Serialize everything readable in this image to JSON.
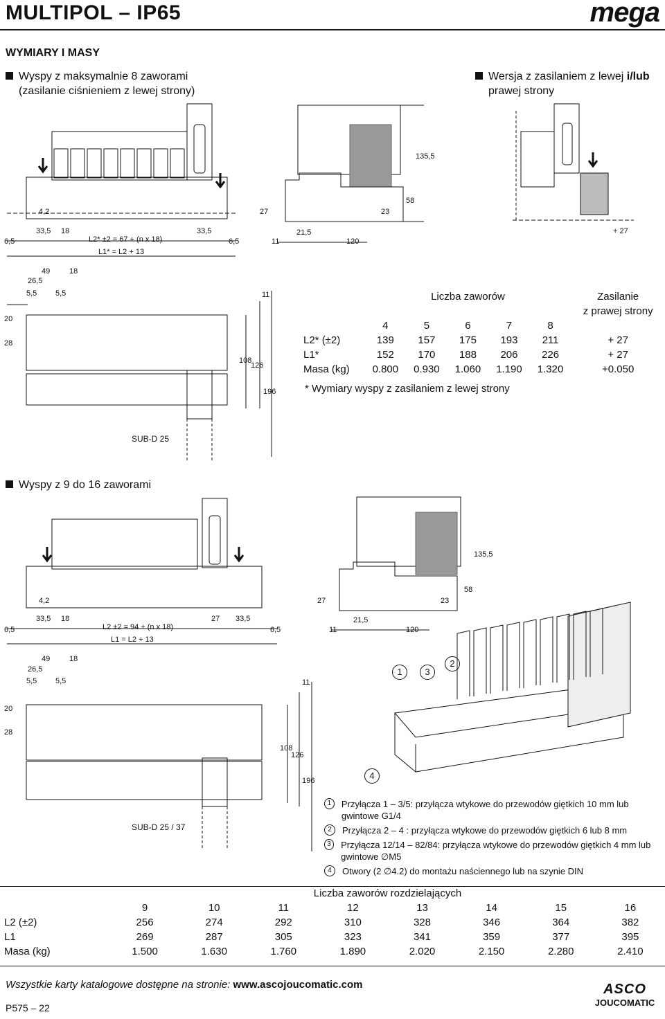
{
  "header": {
    "title": "MULTIPOL – IP65",
    "brand": "mega"
  },
  "section": {
    "title": "WYMIARY I MASY",
    "left_heading_1": "Wyspy z maksymalnie 8 zaworami",
    "left_heading_2": "(zasilanie ciśnieniem z lewej strony)",
    "right_heading_1": "Wersja z zasilaniem z lewej ",
    "right_heading_bold": "i/lub",
    "right_heading_2": "prawej strony",
    "lower_heading": "Wyspy z 9 do 16 zaworami"
  },
  "dims_top": {
    "d1": "6,5",
    "d2": "33,5",
    "d3": "18",
    "d4": "33,5",
    "d5": "6,5",
    "formula_l2": "L2* ±2 = 67 + (n x 18)",
    "formula_l1": "L1* = L2 + 13",
    "side_11": "11",
    "side_215": "21,5",
    "side_120": "120",
    "side_27": "27",
    "side_23": "23",
    "side_58": "58",
    "side_1355": "135,5",
    "plus27": "+ 27",
    "h49": "49",
    "h18": "18",
    "h265": "26,5",
    "h55a": "5,5",
    "h55b": "5,5",
    "v20": "20",
    "v28": "28",
    "v11": "11",
    "v108": "108",
    "v126": "126",
    "v196": "196",
    "v42": "4,2",
    "subd": "SUB-D 25"
  },
  "dims_lower": {
    "d1": "6,5",
    "d2": "33,5",
    "d3": "18",
    "d4": "27",
    "d5": "33,5",
    "d6": "6,5",
    "formula_l2": "L2 ±2 = 94 + (n x 18)",
    "formula_l1": "L1 = L2 + 13",
    "side_11": "11",
    "side_215": "21,5",
    "side_120": "120",
    "side_27": "27",
    "side_23": "23",
    "side_58": "58",
    "side_1355": "135,5",
    "h49": "49",
    "h18": "18",
    "h265": "26,5",
    "h55a": "5,5",
    "h55b": "5,5",
    "v20": "20",
    "v28": "28",
    "v11": "11",
    "v108": "108",
    "v126": "126",
    "v196": "196",
    "v42": "4,2",
    "subd": "SUB-D 25 / 37"
  },
  "table1": {
    "group_header": "Liczba zaworów",
    "right_header_1": "Zasilanie",
    "right_header_2": "z prawej strony",
    "columns": [
      "4",
      "5",
      "6",
      "7",
      "8"
    ],
    "rows": [
      {
        "label": "L2* (±2)",
        "values": [
          "139",
          "157",
          "175",
          "193",
          "211"
        ],
        "right": "+ 27"
      },
      {
        "label": "L1*",
        "values": [
          "152",
          "170",
          "188",
          "206",
          "226"
        ],
        "right": "+ 27"
      },
      {
        "label": "Masa (kg)",
        "values": [
          "0.800",
          "0.930",
          "1.060",
          "1.190",
          "1.320"
        ],
        "right": "+0.050"
      }
    ],
    "footnote": "* Wymiary wyspy z zasilaniem z lewej strony"
  },
  "table2": {
    "group_header": "Liczba zaworów rozdzielających",
    "columns": [
      "9",
      "10",
      "11",
      "12",
      "13",
      "14",
      "15",
      "16"
    ],
    "rows": [
      {
        "label": "L2 (±2)",
        "values": [
          "256",
          "274",
          "292",
          "310",
          "328",
          "346",
          "364",
          "382"
        ]
      },
      {
        "label": "L1",
        "values": [
          "269",
          "287",
          "305",
          "323",
          "341",
          "359",
          "377",
          "395"
        ]
      },
      {
        "label": "Masa (kg)",
        "values": [
          "1.500",
          "1.630",
          "1.760",
          "1.890",
          "2.020",
          "2.150",
          "2.280",
          "2.410"
        ]
      }
    ]
  },
  "notes": [
    {
      "num": "1",
      "text": "Przyłącza 1 – 3/5: przyłącza wtykowe do przewodów giętkich 10 mm lub gwintowe G1/4"
    },
    {
      "num": "2",
      "text": "Przyłącza 2 – 4   : przyłącza wtykowe do przewodów giętkich 6 lub 8 mm"
    },
    {
      "num": "3",
      "text": "Przyłącza 12/14 – 82/84: przyłącza wtykowe do przewodów giętkich 4 mm lub gwintowe ∅M5"
    },
    {
      "num": "4",
      "text": "Otwory (2 ∅4.2) do montażu naściennego lub na szynie DIN"
    }
  ],
  "callouts": [
    "1",
    "3",
    "2",
    "4"
  ],
  "footer": {
    "text": "Wszystkie karty katalogowe dostępne na stronie: ",
    "url": "www.ascojoucomatic.com",
    "page": "P575 – 22",
    "logo_top": "ASCO",
    "logo_bottom": "JOUCOMATIC"
  }
}
